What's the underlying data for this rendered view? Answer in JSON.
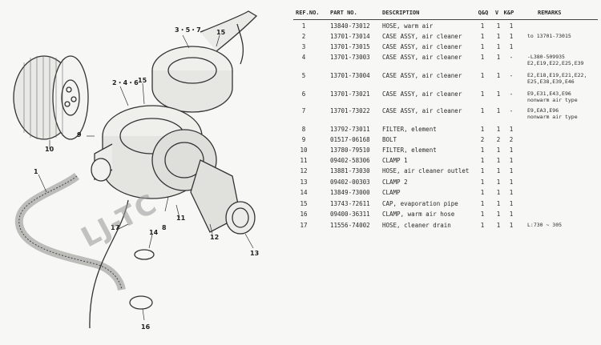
{
  "diagram": {
    "callouts": [
      {
        "id": "c1",
        "text": "1"
      },
      {
        "id": "c246",
        "text": "2・4・6"
      },
      {
        "id": "c357",
        "text": "3・5・7"
      },
      {
        "id": "c8",
        "text": "8"
      },
      {
        "id": "c9",
        "text": "9"
      },
      {
        "id": "c10",
        "text": "10"
      },
      {
        "id": "c11",
        "text": "11"
      },
      {
        "id": "c12",
        "text": "12"
      },
      {
        "id": "c13",
        "text": "13"
      },
      {
        "id": "c14",
        "text": "14"
      },
      {
        "id": "c15a",
        "text": "15"
      },
      {
        "id": "c15b",
        "text": "15"
      },
      {
        "id": "c16",
        "text": "16"
      },
      {
        "id": "c17",
        "text": "17"
      }
    ],
    "watermark": "LJ-TC"
  },
  "table": {
    "headers": {
      "ref": "REF.NO.",
      "part": "PART NO.",
      "desc": "DESCRIPTION",
      "q": "Q&Q",
      "v": "V",
      "k": "K&P",
      "remarks": "REMARKS"
    },
    "rows": [
      {
        "ref": "1",
        "part": "13840-73012",
        "desc": "HOSE, warm air",
        "q": "1",
        "v": "1",
        "k": "1",
        "remarks": ""
      },
      {
        "ref": "2",
        "part": "13701-73014",
        "desc": "CASE ASSY, air cleaner",
        "q": "1",
        "v": "1",
        "k": "1",
        "remarks": "to 13701-73015"
      },
      {
        "ref": "3",
        "part": "13701-73015",
        "desc": "CASE ASSY, air cleaner",
        "q": "1",
        "v": "1",
        "k": "1",
        "remarks": ""
      },
      {
        "ref": "4",
        "part": "13701-73003",
        "desc": "CASE ASSY, air cleaner",
        "q": "1",
        "v": "1",
        "k": "-",
        "remarks": "-L380-509935\nE2,E19,E22,E25,E39"
      },
      {
        "ref": "5",
        "part": "13701-73004",
        "desc": "CASE ASSY, air cleaner",
        "q": "1",
        "v": "1",
        "k": "-",
        "remarks": "E2,E18,E19,E21,E22,\nE25,E38,E39,E46"
      },
      {
        "ref": "6",
        "part": "13701-73021",
        "desc": "CASE ASSY, air cleaner",
        "q": "1",
        "v": "1",
        "k": "-",
        "remarks": "E9,E31,E43,E96\nnonwarm air type"
      },
      {
        "ref": "7",
        "part": "13701-73022",
        "desc": "CASE ASSY, air cleaner",
        "q": "1",
        "v": "1",
        "k": "-",
        "remarks": "E9,EA3,E96\nnonwarm air type"
      },
      {
        "ref": "8",
        "part": "13792-73011",
        "desc": "FILTER, element",
        "q": "1",
        "v": "1",
        "k": "1",
        "remarks": ""
      },
      {
        "ref": "9",
        "part": "01517-06168",
        "desc": "BOLT",
        "q": "2",
        "v": "2",
        "k": "2",
        "remarks": ""
      },
      {
        "ref": "10",
        "part": "13780-79510",
        "desc": "FILTER, element",
        "q": "1",
        "v": "1",
        "k": "1",
        "remarks": ""
      },
      {
        "ref": "11",
        "part": "09402-58306",
        "desc": "CLAMP 1",
        "q": "1",
        "v": "1",
        "k": "1",
        "remarks": ""
      },
      {
        "ref": "12",
        "part": "13881-73030",
        "desc": "HOSE, air cleaner outlet",
        "q": "1",
        "v": "1",
        "k": "1",
        "remarks": ""
      },
      {
        "ref": "13",
        "part": "09402-00303",
        "desc": "CLAMP 2",
        "q": "1",
        "v": "1",
        "k": "1",
        "remarks": ""
      },
      {
        "ref": "14",
        "part": "13849-73000",
        "desc": "CLAMP",
        "q": "1",
        "v": "1",
        "k": "1",
        "remarks": ""
      },
      {
        "ref": "15",
        "part": "13743-72611",
        "desc": "CAP, evaporation pipe",
        "q": "1",
        "v": "1",
        "k": "1",
        "remarks": ""
      },
      {
        "ref": "16",
        "part": "09400-36311",
        "desc": "CLAMP, warm air hose",
        "q": "1",
        "v": "1",
        "k": "1",
        "remarks": ""
      },
      {
        "ref": "17",
        "part": "11556-74002",
        "desc": "HOSE, cleaner drain",
        "q": "1",
        "v": "1",
        "k": "1",
        "remarks": "L:730 ~ 305"
      }
    ]
  }
}
